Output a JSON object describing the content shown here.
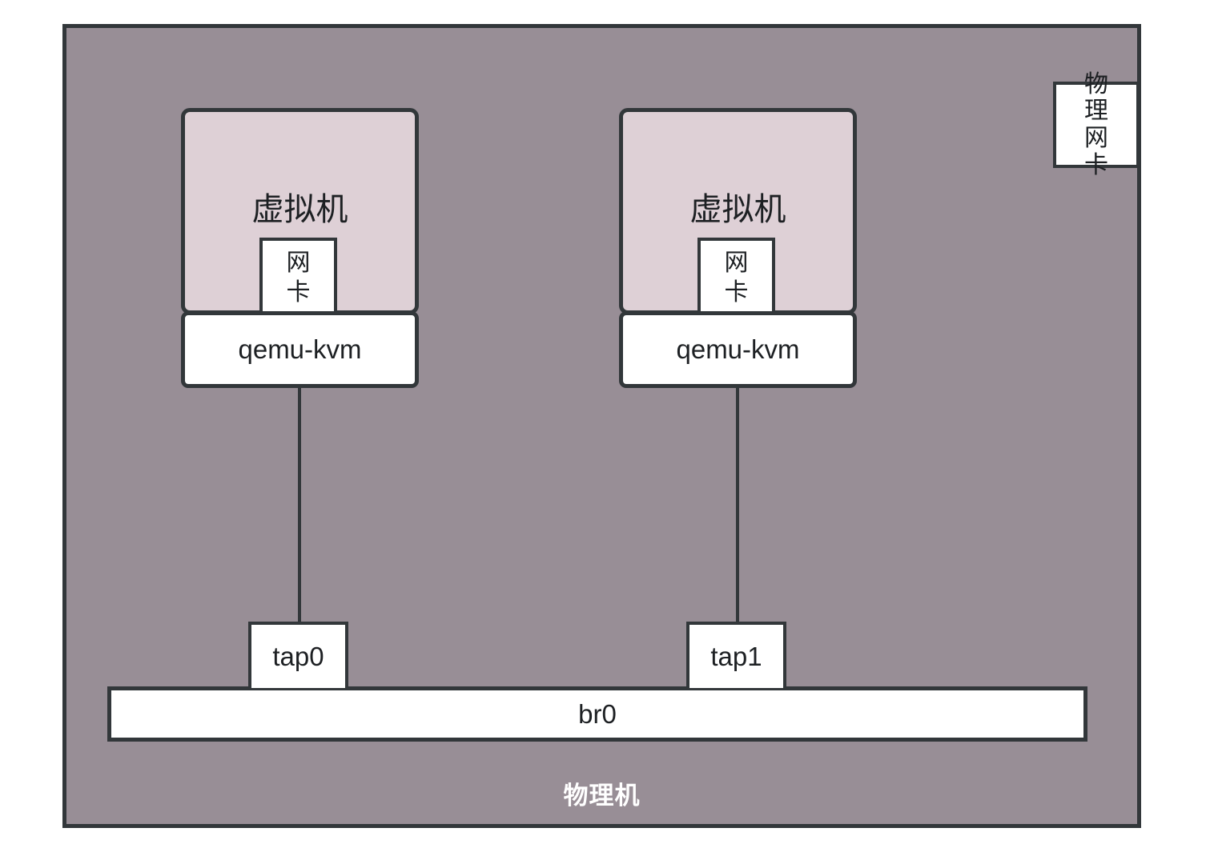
{
  "diagram": {
    "type": "network-architecture",
    "host": {
      "label": "物理机",
      "fill_color": "#988e96",
      "border_color": "#32373a"
    },
    "physical_nic": {
      "label": "物理网卡"
    },
    "vms": [
      {
        "title": "虚拟机",
        "vnic_label": "网卡",
        "hypervisor_label": "qemu-kvm",
        "tap_label": "tap0"
      },
      {
        "title": "虚拟机",
        "vnic_label": "网卡",
        "hypervisor_label": "qemu-kvm",
        "tap_label": "tap1"
      }
    ],
    "bridge": {
      "label": "br0"
    },
    "colors": {
      "vm_fill": "#ded0d6",
      "box_fill": "#ffffff",
      "line": "#32373a",
      "host_text": "#ffffff"
    }
  }
}
